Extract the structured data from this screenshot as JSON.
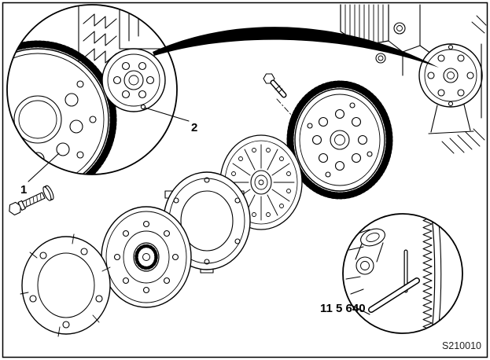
{
  "figure": {
    "callout_1": "1",
    "callout_2": "2",
    "tool_number": "11 5 640",
    "drawing_number": "S210010"
  },
  "colors": {
    "line": "#000000",
    "background": "#ffffff"
  }
}
